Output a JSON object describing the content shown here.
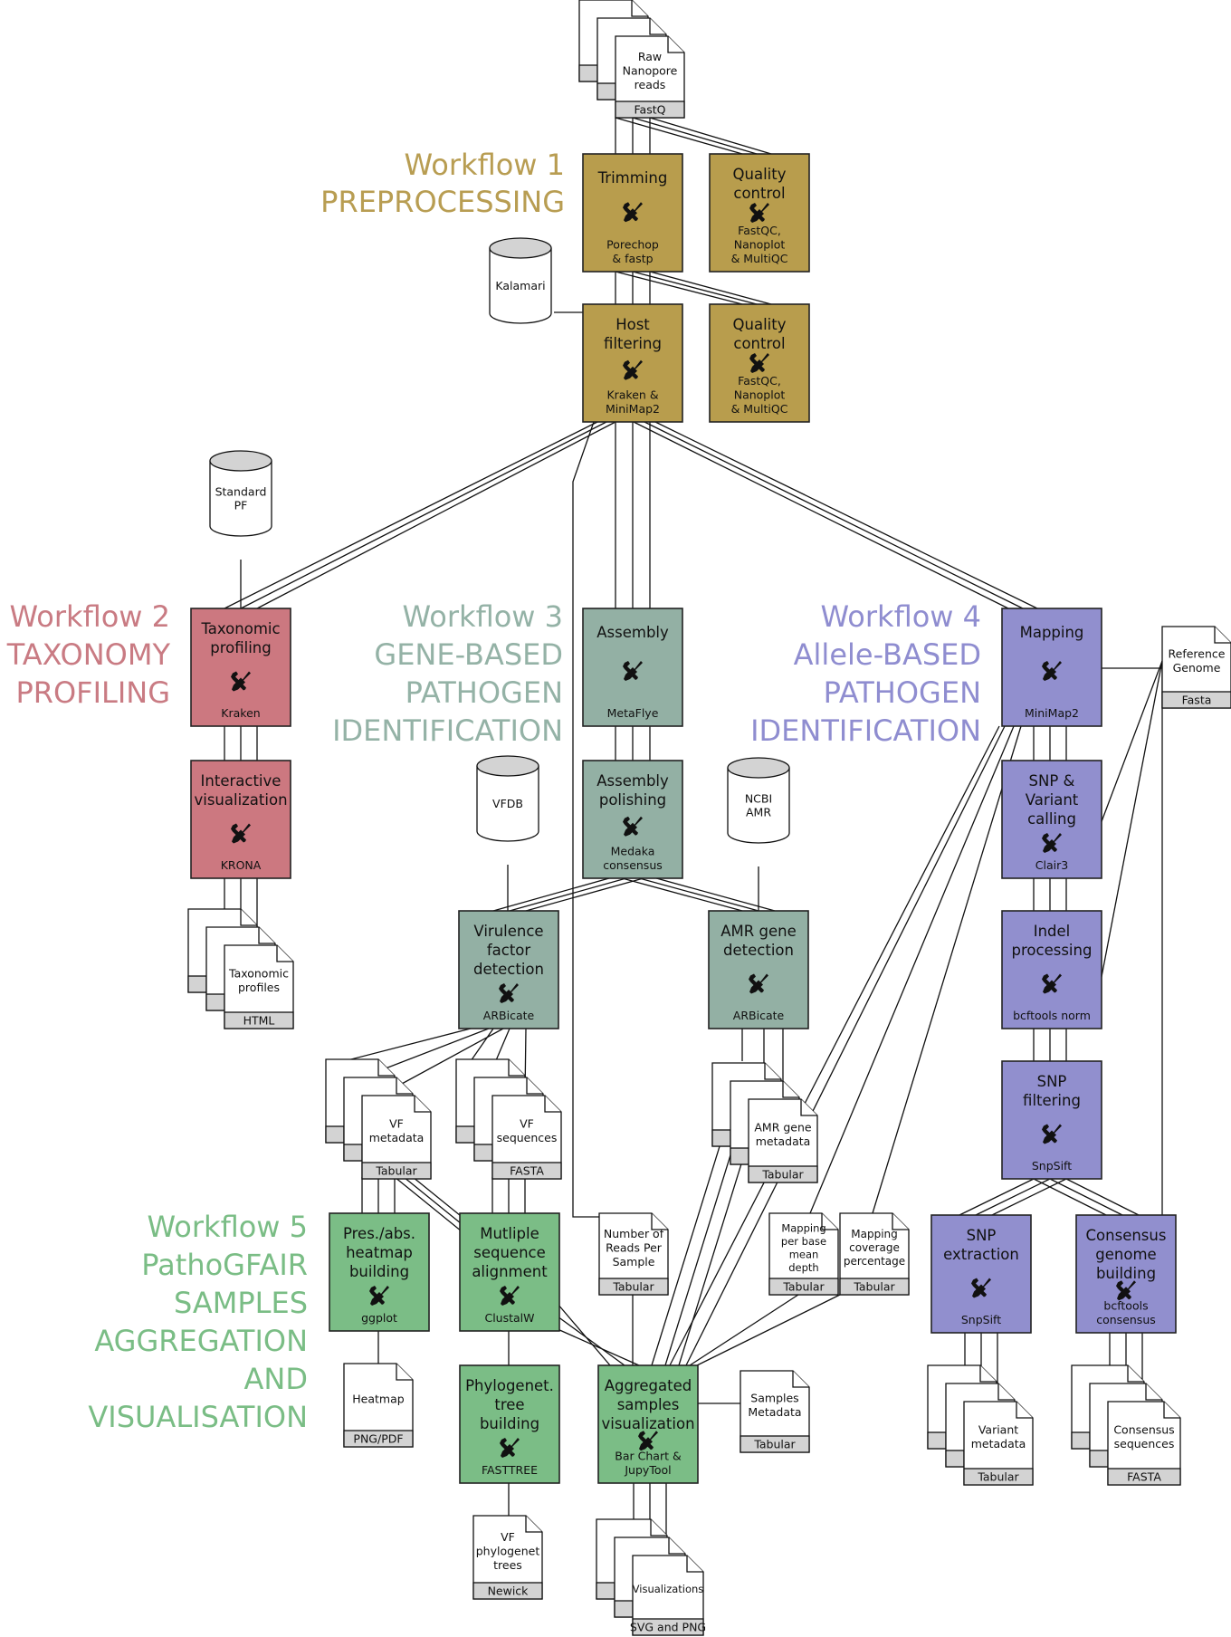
{
  "colors": {
    "wf1": "#b89d4d",
    "wf2": "#cc7880",
    "wf3": "#93b0a4",
    "wf4": "#918fce",
    "wf5": "#7bbd86",
    "wf1_text": "#b89d52",
    "wf2_text": "#c97b83",
    "wf3_text": "#94b2a6",
    "wf4_text": "#8f8dd0",
    "wf5_text": "#7abd85"
  },
  "icon": "tools-icon",
  "workflows": {
    "wf1": [
      "Workflow 1",
      "PREPROCESSING"
    ],
    "wf2": [
      "Workflow 2",
      "TAXONOMY",
      "PROFILING"
    ],
    "wf3": [
      "Workflow 3",
      "GENE-BASED",
      "PATHOGEN",
      "IDENTIFICATION"
    ],
    "wf4": [
      "Workflow 4",
      "Allele-BASED",
      "PATHOGEN",
      "IDENTIFICATION"
    ],
    "wf5": [
      "Workflow 5",
      "PathoGFAIR",
      "SAMPLES",
      "AGGREGATION",
      "AND",
      "VISUALISATION"
    ]
  },
  "tools": {
    "trimming": {
      "name": [
        "Trimming"
      ],
      "tool": [
        "Porechop",
        "& fastp"
      ]
    },
    "qc1": {
      "name": [
        "Quality",
        "control"
      ],
      "tool": [
        "FastQC,",
        "Nanoplot",
        "& MultiQC"
      ]
    },
    "host_filtering": {
      "name": [
        "Host",
        "filtering"
      ],
      "tool": [
        "Kraken &",
        "MiniMap2"
      ]
    },
    "qc2": {
      "name": [
        "Quality",
        "control"
      ],
      "tool": [
        "FastQC,",
        "Nanoplot",
        "& MultiQC"
      ]
    },
    "taxonomic_profiling": {
      "name": [
        "Taxonomic",
        "profiling"
      ],
      "tool": [
        "Kraken"
      ]
    },
    "interactive_vis": {
      "name": [
        "Interactive",
        "visualization"
      ],
      "tool": [
        "KRONA"
      ]
    },
    "assembly": {
      "name": [
        "Assembly"
      ],
      "tool": [
        "MetaFlye"
      ]
    },
    "assembly_polishing": {
      "name": [
        "Assembly",
        "polishing"
      ],
      "tool": [
        "Medaka",
        "consensus"
      ]
    },
    "virulence": {
      "name": [
        "Virulence",
        "factor",
        "detection"
      ],
      "tool": [
        "ARBicate"
      ]
    },
    "amr": {
      "name": [
        "AMR gene",
        "detection"
      ],
      "tool": [
        "ARBicate"
      ]
    },
    "mapping": {
      "name": [
        "Mapping"
      ],
      "tool": [
        "MiniMap2"
      ]
    },
    "snp_calling": {
      "name": [
        "SNP &",
        "Variant",
        "calling"
      ],
      "tool": [
        "Clair3"
      ]
    },
    "indel": {
      "name": [
        "Indel",
        "processing"
      ],
      "tool": [
        "bcftools norm"
      ]
    },
    "snp_filtering": {
      "name": [
        "SNP",
        "filtering"
      ],
      "tool": [
        "SnpSift"
      ]
    },
    "snp_extraction": {
      "name": [
        "SNP",
        "extraction"
      ],
      "tool": [
        "SnpSift"
      ]
    },
    "consensus_building": {
      "name": [
        "Consensus",
        "genome",
        "building"
      ],
      "tool": [
        "bcftools",
        "consensus"
      ]
    },
    "heatmap_building": {
      "name": [
        "Pres./abs.",
        "heatmap",
        "building"
      ],
      "tool": [
        "ggplot"
      ]
    },
    "msa": {
      "name": [
        "Mutliple",
        "sequence",
        "alignment"
      ],
      "tool": [
        "ClustalW"
      ]
    },
    "phylo": {
      "name": [
        "Phylogenet.",
        "tree",
        "building"
      ],
      "tool": [
        "FASTTREE"
      ]
    },
    "aggregated_vis": {
      "name": [
        "Aggregated",
        "samples",
        "visualization"
      ],
      "tool": [
        "Bar Chart &",
        "JupyTool"
      ]
    }
  },
  "databases": {
    "kalamari": [
      "Kalamari"
    ],
    "standard_pf": [
      "Standard",
      "PF"
    ],
    "vfdb": [
      "VFDB"
    ],
    "ncbi_amr": [
      "NCBI",
      "AMR"
    ]
  },
  "documents": {
    "raw_reads": {
      "label": [
        "Raw",
        "Nanopore",
        "reads"
      ],
      "format": "FastQ"
    },
    "taxonomic_profiles": {
      "label": [
        "Taxonomic",
        "profiles"
      ],
      "format": "HTML"
    },
    "reference_genome": {
      "label": [
        "Reference",
        "Genome"
      ],
      "format": "Fasta"
    },
    "vf_metadata": {
      "label": [
        "VF",
        "metadata"
      ],
      "format": "Tabular"
    },
    "vf_sequences": {
      "label": [
        "VF",
        "sequences"
      ],
      "format": "FASTA"
    },
    "amr_metadata": {
      "label": [
        "AMR gene",
        "metadata"
      ],
      "format": "Tabular"
    },
    "reads_per_sample": {
      "label": [
        "Number of",
        "Reads Per",
        "Sample"
      ],
      "format": "Tabular"
    },
    "mapping_depth": {
      "label": [
        "Mapping",
        "per base",
        "mean",
        "depth"
      ],
      "format": "Tabular"
    },
    "mapping_coverage": {
      "label": [
        "Mapping",
        "coverage",
        "percentage"
      ],
      "format": "Tabular"
    },
    "heatmap": {
      "label": [
        "Heatmap"
      ],
      "format": "PNG/PDF"
    },
    "samples_metadata": {
      "label": [
        "Samples",
        "Metadata"
      ],
      "format": "Tabular"
    },
    "vf_trees": {
      "label": [
        "VF",
        "phylogenet",
        "trees"
      ],
      "format": "Newick"
    },
    "visualizations": {
      "label": [
        "Visualizations"
      ],
      "format": "SVG and PNG"
    },
    "variant_metadata": {
      "label": [
        "Variant",
        "metadata"
      ],
      "format": "Tabular"
    },
    "consensus_sequences": {
      "label": [
        "Consensus",
        "sequences"
      ],
      "format": "FASTA"
    }
  }
}
